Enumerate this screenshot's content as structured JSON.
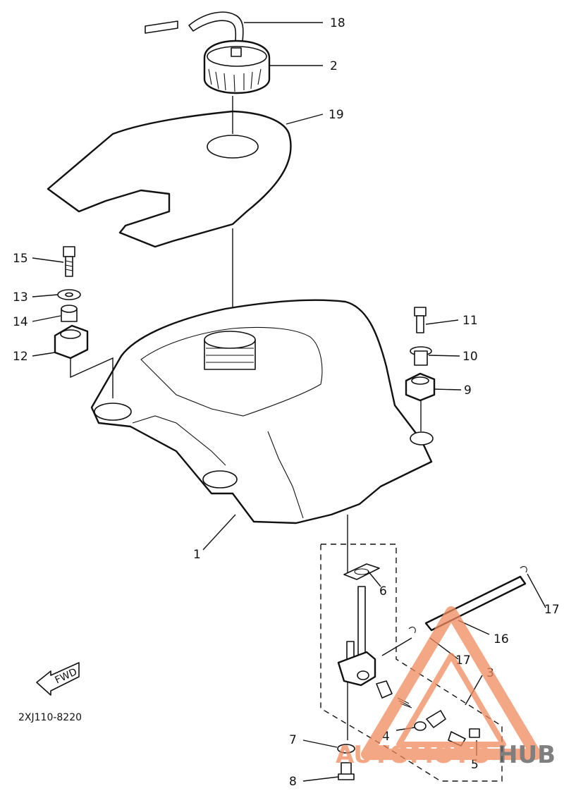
{
  "diagram": {
    "part_number_code": "2XJ110-8220",
    "direction_indicator": "FWD",
    "callouts": [
      {
        "id": "c18",
        "text": "18"
      },
      {
        "id": "c2",
        "text": "2"
      },
      {
        "id": "c19",
        "text": "19"
      },
      {
        "id": "c15",
        "text": "15"
      },
      {
        "id": "c13",
        "text": "13"
      },
      {
        "id": "c14",
        "text": "14"
      },
      {
        "id": "c12",
        "text": "12"
      },
      {
        "id": "c11",
        "text": "11"
      },
      {
        "id": "c10",
        "text": "10"
      },
      {
        "id": "c9",
        "text": "9"
      },
      {
        "id": "c1",
        "text": "1"
      },
      {
        "id": "c6",
        "text": "6"
      },
      {
        "id": "c17a",
        "text": "17"
      },
      {
        "id": "c16",
        "text": "16"
      },
      {
        "id": "c17b",
        "text": "17"
      },
      {
        "id": "c3",
        "text": "3"
      },
      {
        "id": "c4",
        "text": "4"
      },
      {
        "id": "c7",
        "text": "7"
      },
      {
        "id": "c5",
        "text": "5"
      },
      {
        "id": "c8",
        "text": "8"
      }
    ]
  },
  "watermark": {
    "text_part1": "AUTOMOTO",
    "text_part2": "HUB",
    "color_primary": "#f08a5d",
    "color_secondary": "#555555"
  }
}
